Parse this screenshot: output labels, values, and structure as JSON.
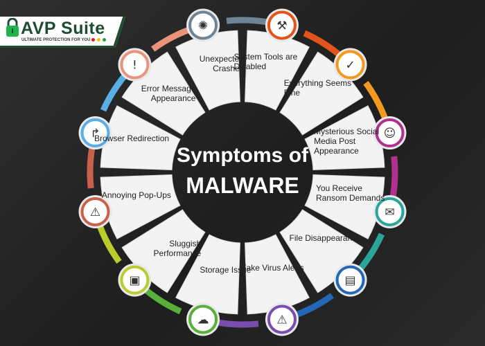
{
  "logo": {
    "title": "AVP Suite",
    "tagline": "ULTIMATE PROTECTION FOR YOU",
    "dot_colors": [
      "#e02020",
      "#f2c400",
      "#2a9a3a"
    ],
    "brand_color": "#1f4d33"
  },
  "title": {
    "line1": "Symptoms of",
    "line2": "MALWARE"
  },
  "items": [
    {
      "label": "Unexpected Crashes",
      "color": "#6e8597",
      "icon": "crash-bug-icon",
      "glyph": "✺"
    },
    {
      "label": "System Tools are Disabled",
      "color": "#e3541c",
      "icon": "tools-warning-icon",
      "glyph": "⚒"
    },
    {
      "label": "Everything Seems Fine",
      "color": "#f29a1e",
      "icon": "shield-check-icon",
      "glyph": "✓"
    },
    {
      "label": "Mysterious Social Media Post Appearance",
      "color": "#b0308e",
      "icon": "profile-alert-icon",
      "glyph": "☺"
    },
    {
      "label": "You Receive Ransom Demands",
      "color": "#2aa59a",
      "icon": "ransom-mail-icon",
      "glyph": "✉"
    },
    {
      "label": "File Disappearance",
      "color": "#2466b8",
      "icon": "file-delete-icon",
      "glyph": "▤"
    },
    {
      "label": "Fake Virus Alerts",
      "color": "#7a4cae",
      "icon": "monitor-alert-icon",
      "glyph": "⚠"
    },
    {
      "label": "Storage Issue",
      "color": "#58b03a",
      "icon": "cloud-alert-icon",
      "glyph": "☁"
    },
    {
      "label": "Sluggish Performance",
      "color": "#b8cc2c",
      "icon": "slow-monitor-icon",
      "glyph": "▣"
    },
    {
      "label": "Annoying Pop-Ups",
      "color": "#c9604c",
      "icon": "popup-warning-icon",
      "glyph": "⚠"
    },
    {
      "label": "Browser Redirection",
      "color": "#5aaee6",
      "icon": "browser-redirect-icon",
      "glyph": "↱"
    },
    {
      "label": "Error Message Appearance",
      "color": "#e9937a",
      "icon": "error-message-icon",
      "glyph": "!"
    }
  ]
}
